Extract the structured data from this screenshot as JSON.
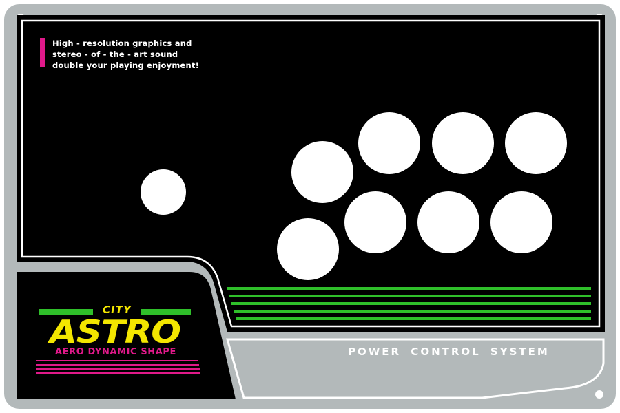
{
  "tagline": {
    "line1": "High - resolution graphics and",
    "line2": "stereo - of - the - art sound",
    "line3": "double your playing enjoyment!"
  },
  "footer": {
    "label": "POWER CONTROL SYSTEM"
  },
  "logo": {
    "city": "CITY",
    "astro": "ASTRO",
    "subtitle": "AERO DYNAMIC SHAPE"
  },
  "colors": {
    "plate": "#b3b9ba",
    "panel": "#000000",
    "button": "#ffffff",
    "stripe_green": "#2fbf2a",
    "accent_magenta": "#e0198a",
    "logo_yellow": "#f3e600"
  },
  "controls": {
    "joystick_count": 1,
    "button_count": 8
  }
}
